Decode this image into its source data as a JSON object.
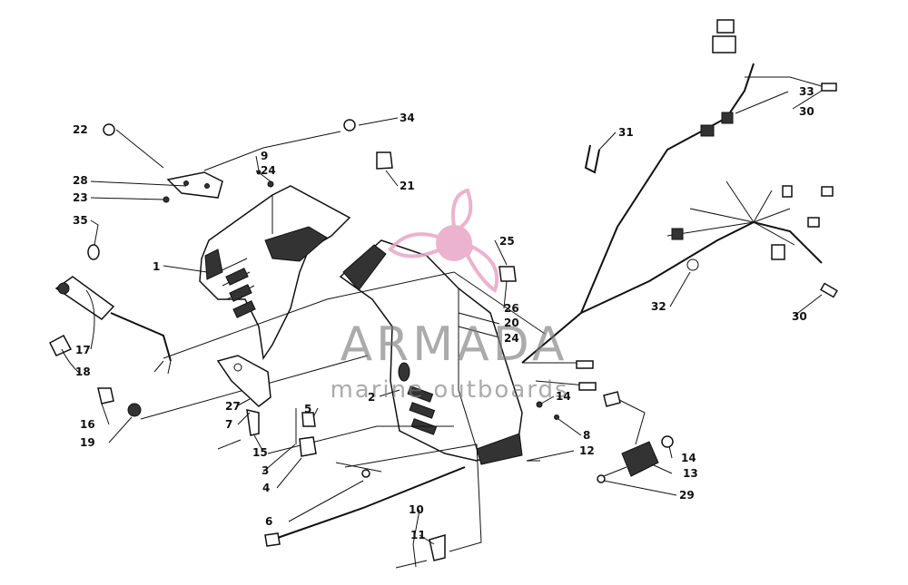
{
  "watermark": {
    "brand": "ARMADA",
    "tagline": "marine outboards",
    "logo_color": "#e8a6c6",
    "text_color": "#7d7d7d"
  },
  "labels": {
    "p1": "1",
    "p2": "2",
    "p3": "3",
    "p4": "4",
    "p5": "5",
    "p6": "6",
    "p7": "7",
    "p8": "8",
    "p9": "9",
    "p10": "10",
    "p11": "11",
    "p12": "12",
    "p13": "13",
    "p14a": "14",
    "p14b": "14",
    "p15": "15",
    "p16": "16",
    "p17": "17",
    "p18": "18",
    "p19": "19",
    "p20": "20",
    "p21": "21",
    "p22": "22",
    "p23": "23",
    "p24a": "24",
    "p24b": "24",
    "p25": "25",
    "p26": "26",
    "p27": "27",
    "p28": "28",
    "p29": "29",
    "p30a": "30",
    "p30b": "30",
    "p31": "31",
    "p32": "32",
    "p33": "33",
    "p34": "34",
    "p35": "35"
  }
}
